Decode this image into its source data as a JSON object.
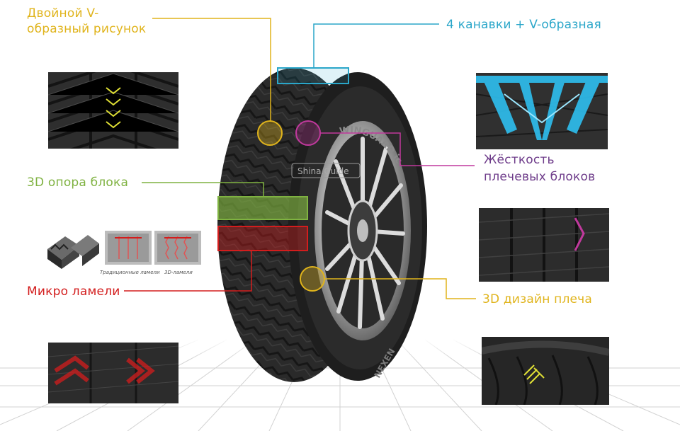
{
  "features": {
    "double_v": {
      "label": "Двойной V-\nобразный рисунок",
      "color": "#e0b41c"
    },
    "grooves": {
      "label": "4 канавки + V-образная",
      "color": "#2aa6c9"
    },
    "shoulder_stiffness": {
      "label": "Жёсткость\nплечевых блоков",
      "color": "#c1399d"
    },
    "block_support": {
      "label": "3D опора блока",
      "color": "#7fb241"
    },
    "micro_sipes": {
      "label": "Микро ламели",
      "color": "#d31d1d"
    },
    "shoulder_design": {
      "label": "3D дизайн плеча",
      "color": "#e0b41c"
    }
  },
  "sipe_captions": {
    "traditional": "Традиционные ламели",
    "three_d": "3D-ламели"
  },
  "tire_sidewall": {
    "brand_arc": "WINGUARD ice Plus",
    "maker_arc": "NEXEN"
  },
  "watermark": "Shina.Guide"
}
